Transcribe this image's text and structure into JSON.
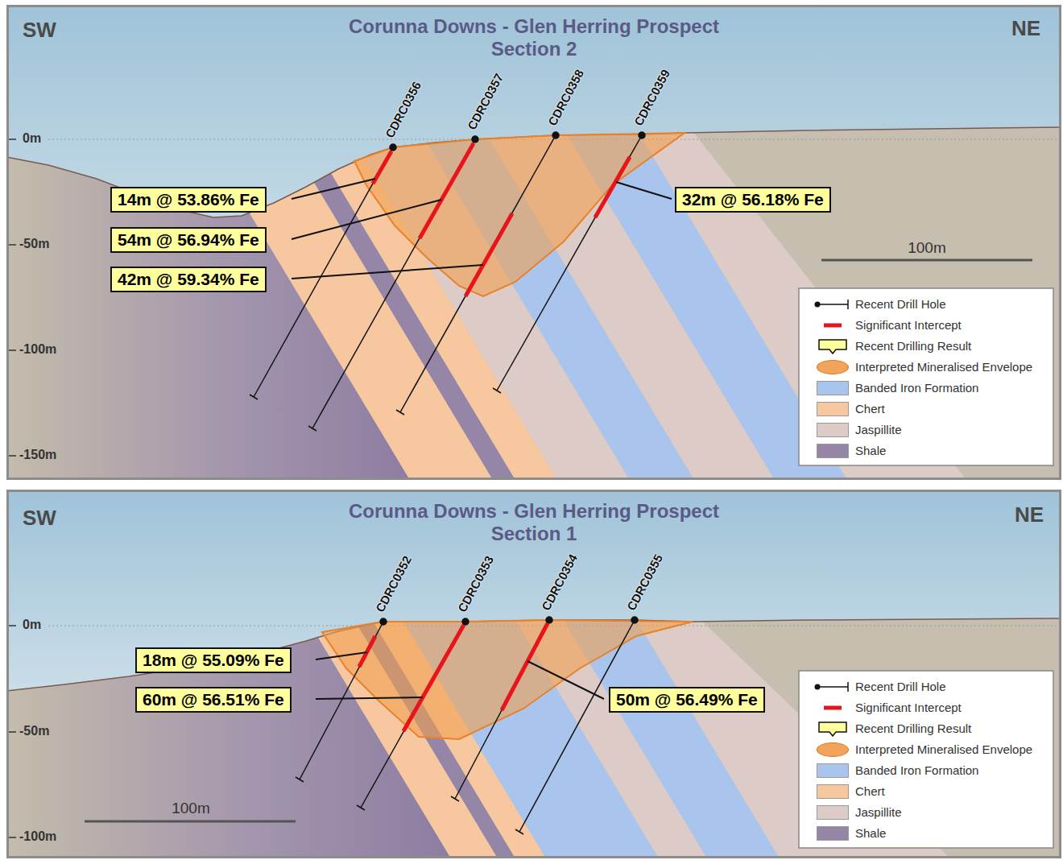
{
  "diagram": {
    "nodes": [
      {
        "text": [
          "Corunna Downs - Glen Herring Prospect",
          "Section 2"
        ]
      },
      {
        "text": [
          "14m @ 53.86% Fe"
        ],
        "in": 0
      },
      {
        "text": [
          "54m @ 56.94% Fe"
        ],
        "in": 0
      },
      {
        "text": [
          "42m @ 59.34% Fe"
        ],
        "in": 0
      },
      {
        "text": [
          "32m @ 56.18% Fe"
        ],
        "in": 0
      },
      {
        "text": [
          "Corunna Downs - Glen Herring Prospect",
          "Section 1"
        ]
      },
      {
        "text": [
          "18m @ 55.09% Fe"
        ],
        "in": 5
      },
      {
        "text": [
          "60m @ 56.51% Fe"
        ],
        "in": 5
      },
      {
        "text": [
          "50m @ 56.49% Fe"
        ],
        "in": 5
      }
    ],
    "labels": [
      "SW",
      "NE",
      "CDRC0356",
      "CDRC0357",
      "CDRC0358",
      "CDRC0359",
      "0m",
      "-50m",
      "-100m",
      "-150m",
      "100m",
      "SW",
      "NE",
      "CDRC0352",
      "CDRC0353",
      "CDRC0354",
      "CDRC0355",
      "0m",
      "-50m",
      "-100m",
      "100m"
    ],
    "legend": [
      {
        "text": "Recent Drill Hole"
      },
      {
        "text": "Significant Intercept"
      },
      {
        "text": "Recent Drilling Result"
      },
      {
        "text": "Interpreted Mineralised Envelope",
        "color": "#f2a35c"
      },
      {
        "text": "Banded Iron Formation",
        "color": "#a9c5ee"
      },
      {
        "text": "Chert",
        "color": "#f7c8a0"
      },
      {
        "text": "Jaspillite",
        "color": "#dccbc6"
      },
      {
        "text": "Shale",
        "color": "#9585a6"
      },
      {
        "text": "Recent Drill Hole"
      },
      {
        "text": "Significant Intercept"
      },
      {
        "text": "Recent Drilling Result"
      },
      {
        "text": "Interpreted Mineralised Envelope",
        "color": "#f2a35c"
      },
      {
        "text": "Banded Iron Formation",
        "color": "#a9c5ee"
      },
      {
        "text": "Chert",
        "color": "#f7c8a0"
      },
      {
        "text": "Jaspillite",
        "color": "#dccbc6"
      },
      {
        "text": "Shale",
        "color": "#9585a6"
      }
    ]
  }
}
